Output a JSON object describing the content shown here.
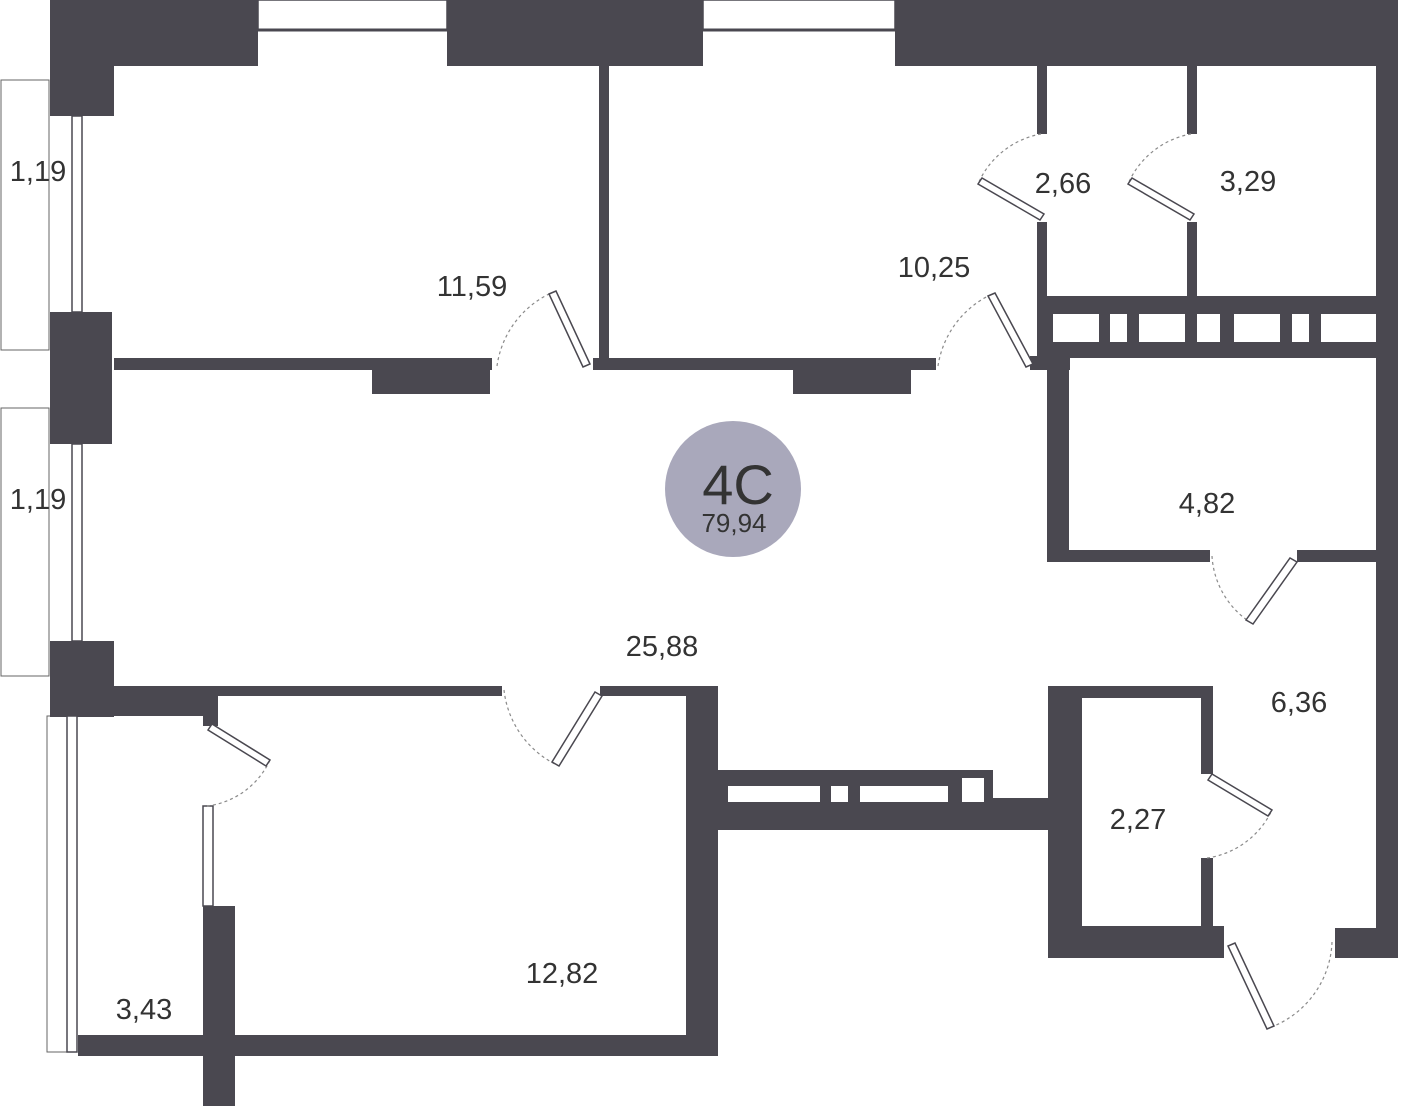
{
  "apartment": {
    "code": "4C",
    "total_area": "79,94"
  },
  "rooms": [
    {
      "id": "bedroom-1",
      "area": "11,59"
    },
    {
      "id": "bedroom-2",
      "area": "10,25"
    },
    {
      "id": "wc-1",
      "area": "2,66"
    },
    {
      "id": "bath-1",
      "area": "3,29"
    },
    {
      "id": "storage",
      "area": "4,82"
    },
    {
      "id": "living",
      "area": "25,88"
    },
    {
      "id": "hall",
      "area": "6,36"
    },
    {
      "id": "wc-2",
      "area": "2,27"
    },
    {
      "id": "bedroom-3",
      "area": "12,82"
    },
    {
      "id": "balcony-3",
      "area": "3,43"
    }
  ],
  "balconies": [
    {
      "id": "balcony-1",
      "area": "1,19"
    },
    {
      "id": "balcony-2",
      "area": "1,19"
    }
  ],
  "colors": {
    "wall": "#4a4850",
    "badge": "#a9a8bb",
    "text": "#333333"
  }
}
